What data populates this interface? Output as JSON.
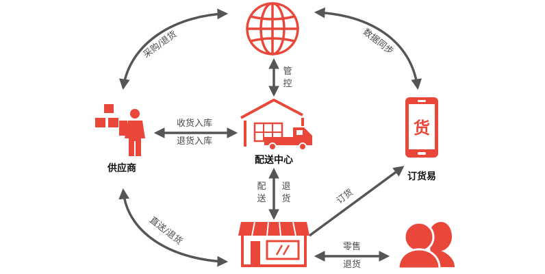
{
  "colors": {
    "accent": "#e8473a",
    "arrow": "#555555",
    "text": "#4a4a4a",
    "label": "#111111"
  },
  "nodes": {
    "internet": {
      "icon": "globe-icon"
    },
    "supplier": {
      "label": "供应商",
      "icon": "supplier-boxes-icon"
    },
    "distribution_center": {
      "label": "配送中心",
      "icon": "warehouse-truck-icon"
    },
    "app": {
      "label": "订货易",
      "icon": "phone-app-icon",
      "screen_char": "货"
    },
    "store": {
      "icon": "store-icon"
    },
    "customer": {
      "icon": "customers-icon"
    }
  },
  "edges": {
    "purchase_return": "采购/退货",
    "data_sync": "数据同步",
    "control": [
      "管",
      "控"
    ],
    "receive_in": "收货入库",
    "return_in": "退货入库",
    "deliver": [
      "配",
      "送"
    ],
    "return_goods": [
      "退",
      "货"
    ],
    "direct_return": "直送/退货",
    "order": "订货",
    "retail": "零售",
    "retail_return": "退货"
  }
}
